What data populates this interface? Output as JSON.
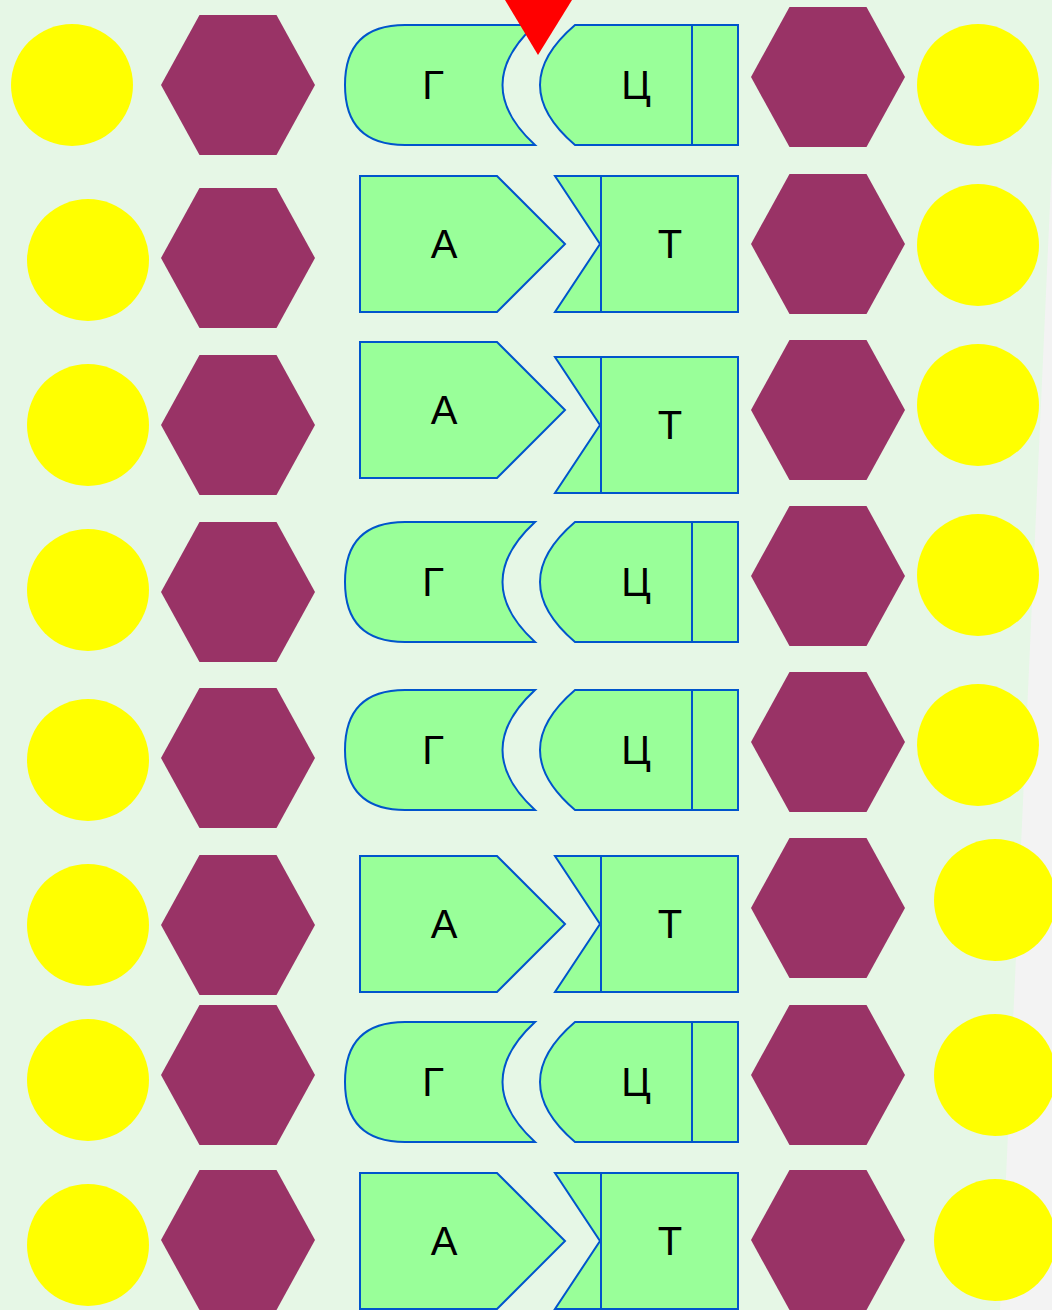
{
  "diagram": {
    "nodes": [
      {
        "text": [
          "Г"
        ]
      },
      {
        "text": [
          "Ц"
        ]
      },
      {
        "text": [
          "А"
        ]
      },
      {
        "text": [
          "Т"
        ]
      },
      {
        "text": [
          "А"
        ]
      },
      {
        "text": [
          "Т"
        ]
      },
      {
        "text": [
          "Г"
        ]
      },
      {
        "text": [
          "Ц"
        ]
      },
      {
        "text": [
          "Г"
        ]
      },
      {
        "text": [
          "Ц"
        ]
      },
      {
        "text": [
          "А"
        ]
      },
      {
        "text": [
          "Т"
        ]
      },
      {
        "text": [
          "Г"
        ]
      },
      {
        "text": [
          "Ц"
        ]
      },
      {
        "text": [
          "А"
        ]
      },
      {
        "text": [
          "Т"
        ]
      }
    ]
  }
}
